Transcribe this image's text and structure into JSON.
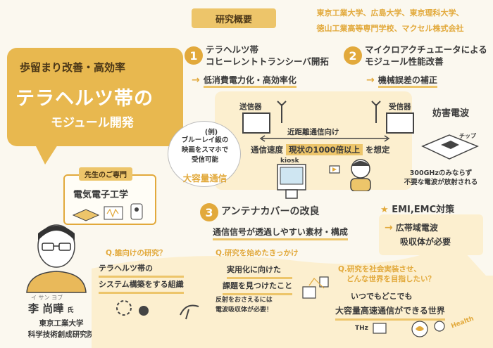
{
  "title": {
    "line1": "歩留まり改善・高効率",
    "line2": "テラヘルツ帯の",
    "line3": "モジュール開発"
  },
  "overview_label": "研究概要",
  "institutions": [
    "東京工業大学、広島大学、東京理科大学、",
    "徳山工業高等専門学校、マクセル株式会社"
  ],
  "sections": [
    {
      "num": "1",
      "title_lines": [
        "テラヘルツ帯",
        "コヒーレントトランシーバ開拓"
      ],
      "sub": "低消費電力化・高効率化"
    },
    {
      "num": "2",
      "title_lines": [
        "マイクロアクチュエータによる",
        "モジュール性能改善"
      ],
      "sub": "機械誤差の補正"
    },
    {
      "num": "3",
      "title_lines": [
        "アンテナカバーの改良"
      ],
      "sub": "通信信号が透過しやすい素材・構成"
    }
  ],
  "diagram": {
    "transmitter": "送信器",
    "receiver": "受信器",
    "short_range": "近距離通信向け",
    "speed_label": "通信速度",
    "speed_value": "現状の1000倍以上",
    "speed_suffix": "を想定",
    "kiosk": "kiosk"
  },
  "example": {
    "tag": "(例)",
    "lines": [
      "ブルーレイ級の",
      "映画をスマホで",
      "受信可能"
    ],
    "highlight": "大容量通信"
  },
  "radio": {
    "label": "妨害電波",
    "chip": "チップ",
    "note_lines": [
      "300GHzのみならず",
      "不要な電波が放射される"
    ]
  },
  "emc": {
    "title": "EMI,EMC対策",
    "lines": [
      "広帯域電波",
      "吸収体が必要"
    ]
  },
  "specialty": {
    "tag": "先生のご専門",
    "field": "電気電子工学"
  },
  "researcher": {
    "ruby": "イ   サン  ヨブ",
    "name": "李 尚曄",
    "honorific": "氏",
    "affiliation_lines": [
      "東京工業大学",
      "科学技術創成研究院"
    ]
  },
  "qa": [
    {
      "q": "Q.誰向けの研究？",
      "a_lines": [
        "テラヘルツ帯の",
        "システム構築をする組織"
      ]
    },
    {
      "q": "Q.研究を始めたきっかけ",
      "a_lines": [
        "実用化に向けた",
        "課題を見つけたこと"
      ],
      "note_lines": [
        "反射をおさえるには",
        "電波吸収体が必要！"
      ]
    },
    {
      "q_lines": [
        "Q.研究を社会実装させ、",
        "どんな世界を目指したい？"
      ],
      "a_lines": [
        "いつでもどこでも",
        "大容量高速通信ができる世界"
      ],
      "tags": [
        "THz",
        "Health"
      ]
    }
  ],
  "colors": {
    "accent": "#e2a93b",
    "bubble": "#e8b84f",
    "panel": "#fcefcf"
  }
}
